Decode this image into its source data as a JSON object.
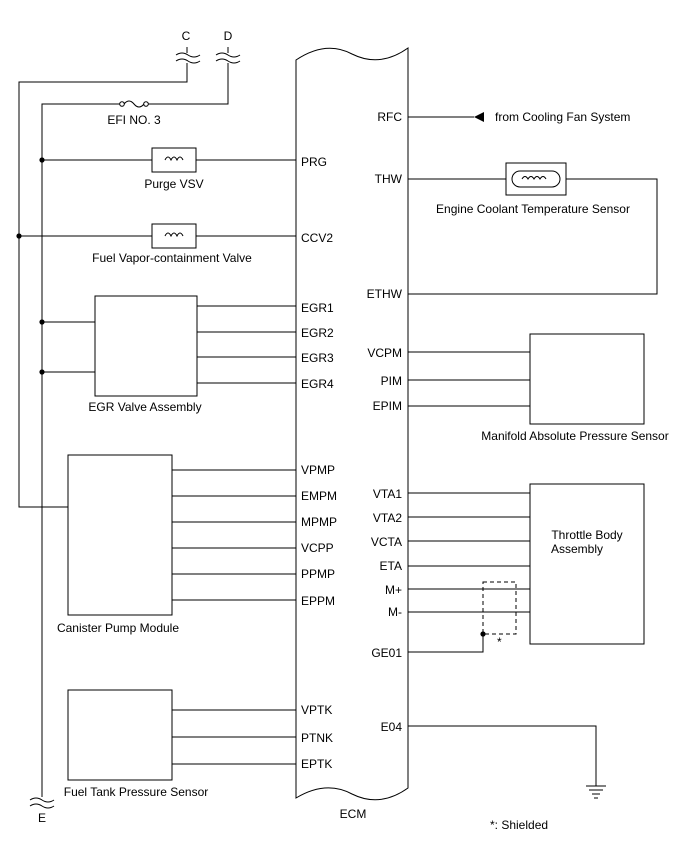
{
  "ecm": {
    "label": "ECM"
  },
  "connectors": {
    "c": "C",
    "d": "D",
    "e": "E"
  },
  "fuse": {
    "label": "EFI NO. 3"
  },
  "components": {
    "purge_vsv": "Purge VSV",
    "fuel_vapor_valve": "Fuel Vapor-containment Valve",
    "egr_valve": "EGR Valve Assembly",
    "canister_pump": "Canister Pump Module",
    "fuel_tank_sensor": "Fuel Tank Pressure Sensor",
    "coolant_sensor": "Engine Coolant Temperature Sensor",
    "map_sensor": "Manifold Absolute Pressure Sensor",
    "throttle_line1": "Throttle Body",
    "throttle_line2": "Assembly"
  },
  "left_pins": {
    "prg": "PRG",
    "ccv2": "CCV2",
    "egr1": "EGR1",
    "egr2": "EGR2",
    "egr3": "EGR3",
    "egr4": "EGR4",
    "vpmp": "VPMP",
    "empm": "EMPM",
    "mpmp": "MPMP",
    "vcpp": "VCPP",
    "ppmp": "PPMP",
    "eppm": "EPPM",
    "vptk": "VPTK",
    "ptnk": "PTNK",
    "eptk": "EPTK"
  },
  "right_pins": {
    "rfc": "RFC",
    "thw": "THW",
    "ethw": "ETHW",
    "vcpm": "VCPM",
    "pim": "PIM",
    "epim": "EPIM",
    "vta1": "VTA1",
    "vta2": "VTA2",
    "vcta": "VCTA",
    "eta": "ETA",
    "mplus": "M+",
    "mminus": "M-",
    "ge01": "GE01",
    "e04": "E04"
  },
  "notes": {
    "from_cooling_fan": "from Cooling Fan System",
    "shield_mark": "*",
    "shielded": "*: Shielded"
  }
}
